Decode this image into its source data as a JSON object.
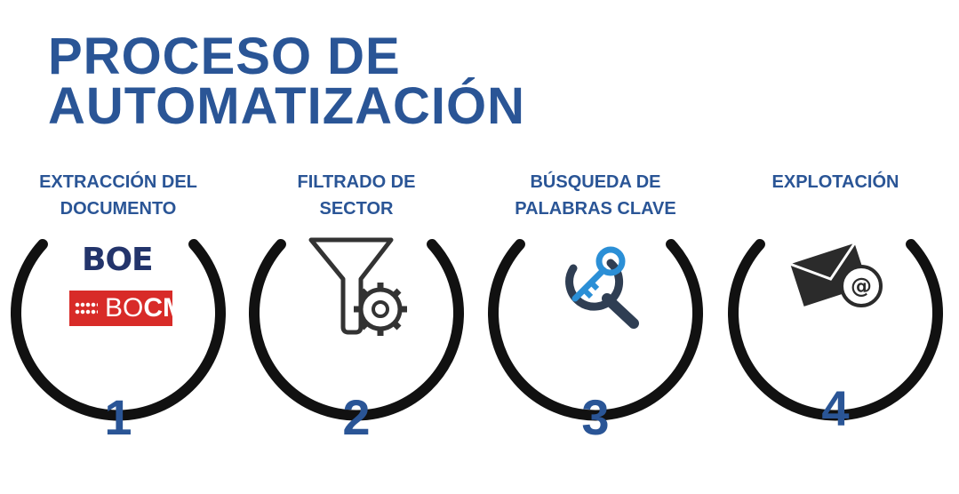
{
  "title": {
    "line1": "PROCESO DE",
    "line2": "AUTOMATIZACIÓN"
  },
  "colors": {
    "accent": "#2a5596",
    "ring": "#111111",
    "bocm_red": "#d82b28"
  },
  "steps": [
    {
      "number": "1",
      "label_lines": [
        "EXTRACCIÓN DEL",
        "DOCUMENTO"
      ],
      "icon": "boe-bocm-logos-icon",
      "logos": {
        "boe": "BOE",
        "bocm_light": "BO",
        "bocm_bold": "CM"
      }
    },
    {
      "number": "2",
      "label_lines": [
        "FILTRADO DE",
        "SECTOR"
      ],
      "icon": "funnel-gear-icon"
    },
    {
      "number": "3",
      "label_lines": [
        "BÚSQUEDA DE",
        "PALABRAS CLAVE"
      ],
      "icon": "key-magnifier-icon"
    },
    {
      "number": "4",
      "label_lines": [
        "EXPLOTACIÓN"
      ],
      "icon": "envelope-at-icon"
    }
  ]
}
